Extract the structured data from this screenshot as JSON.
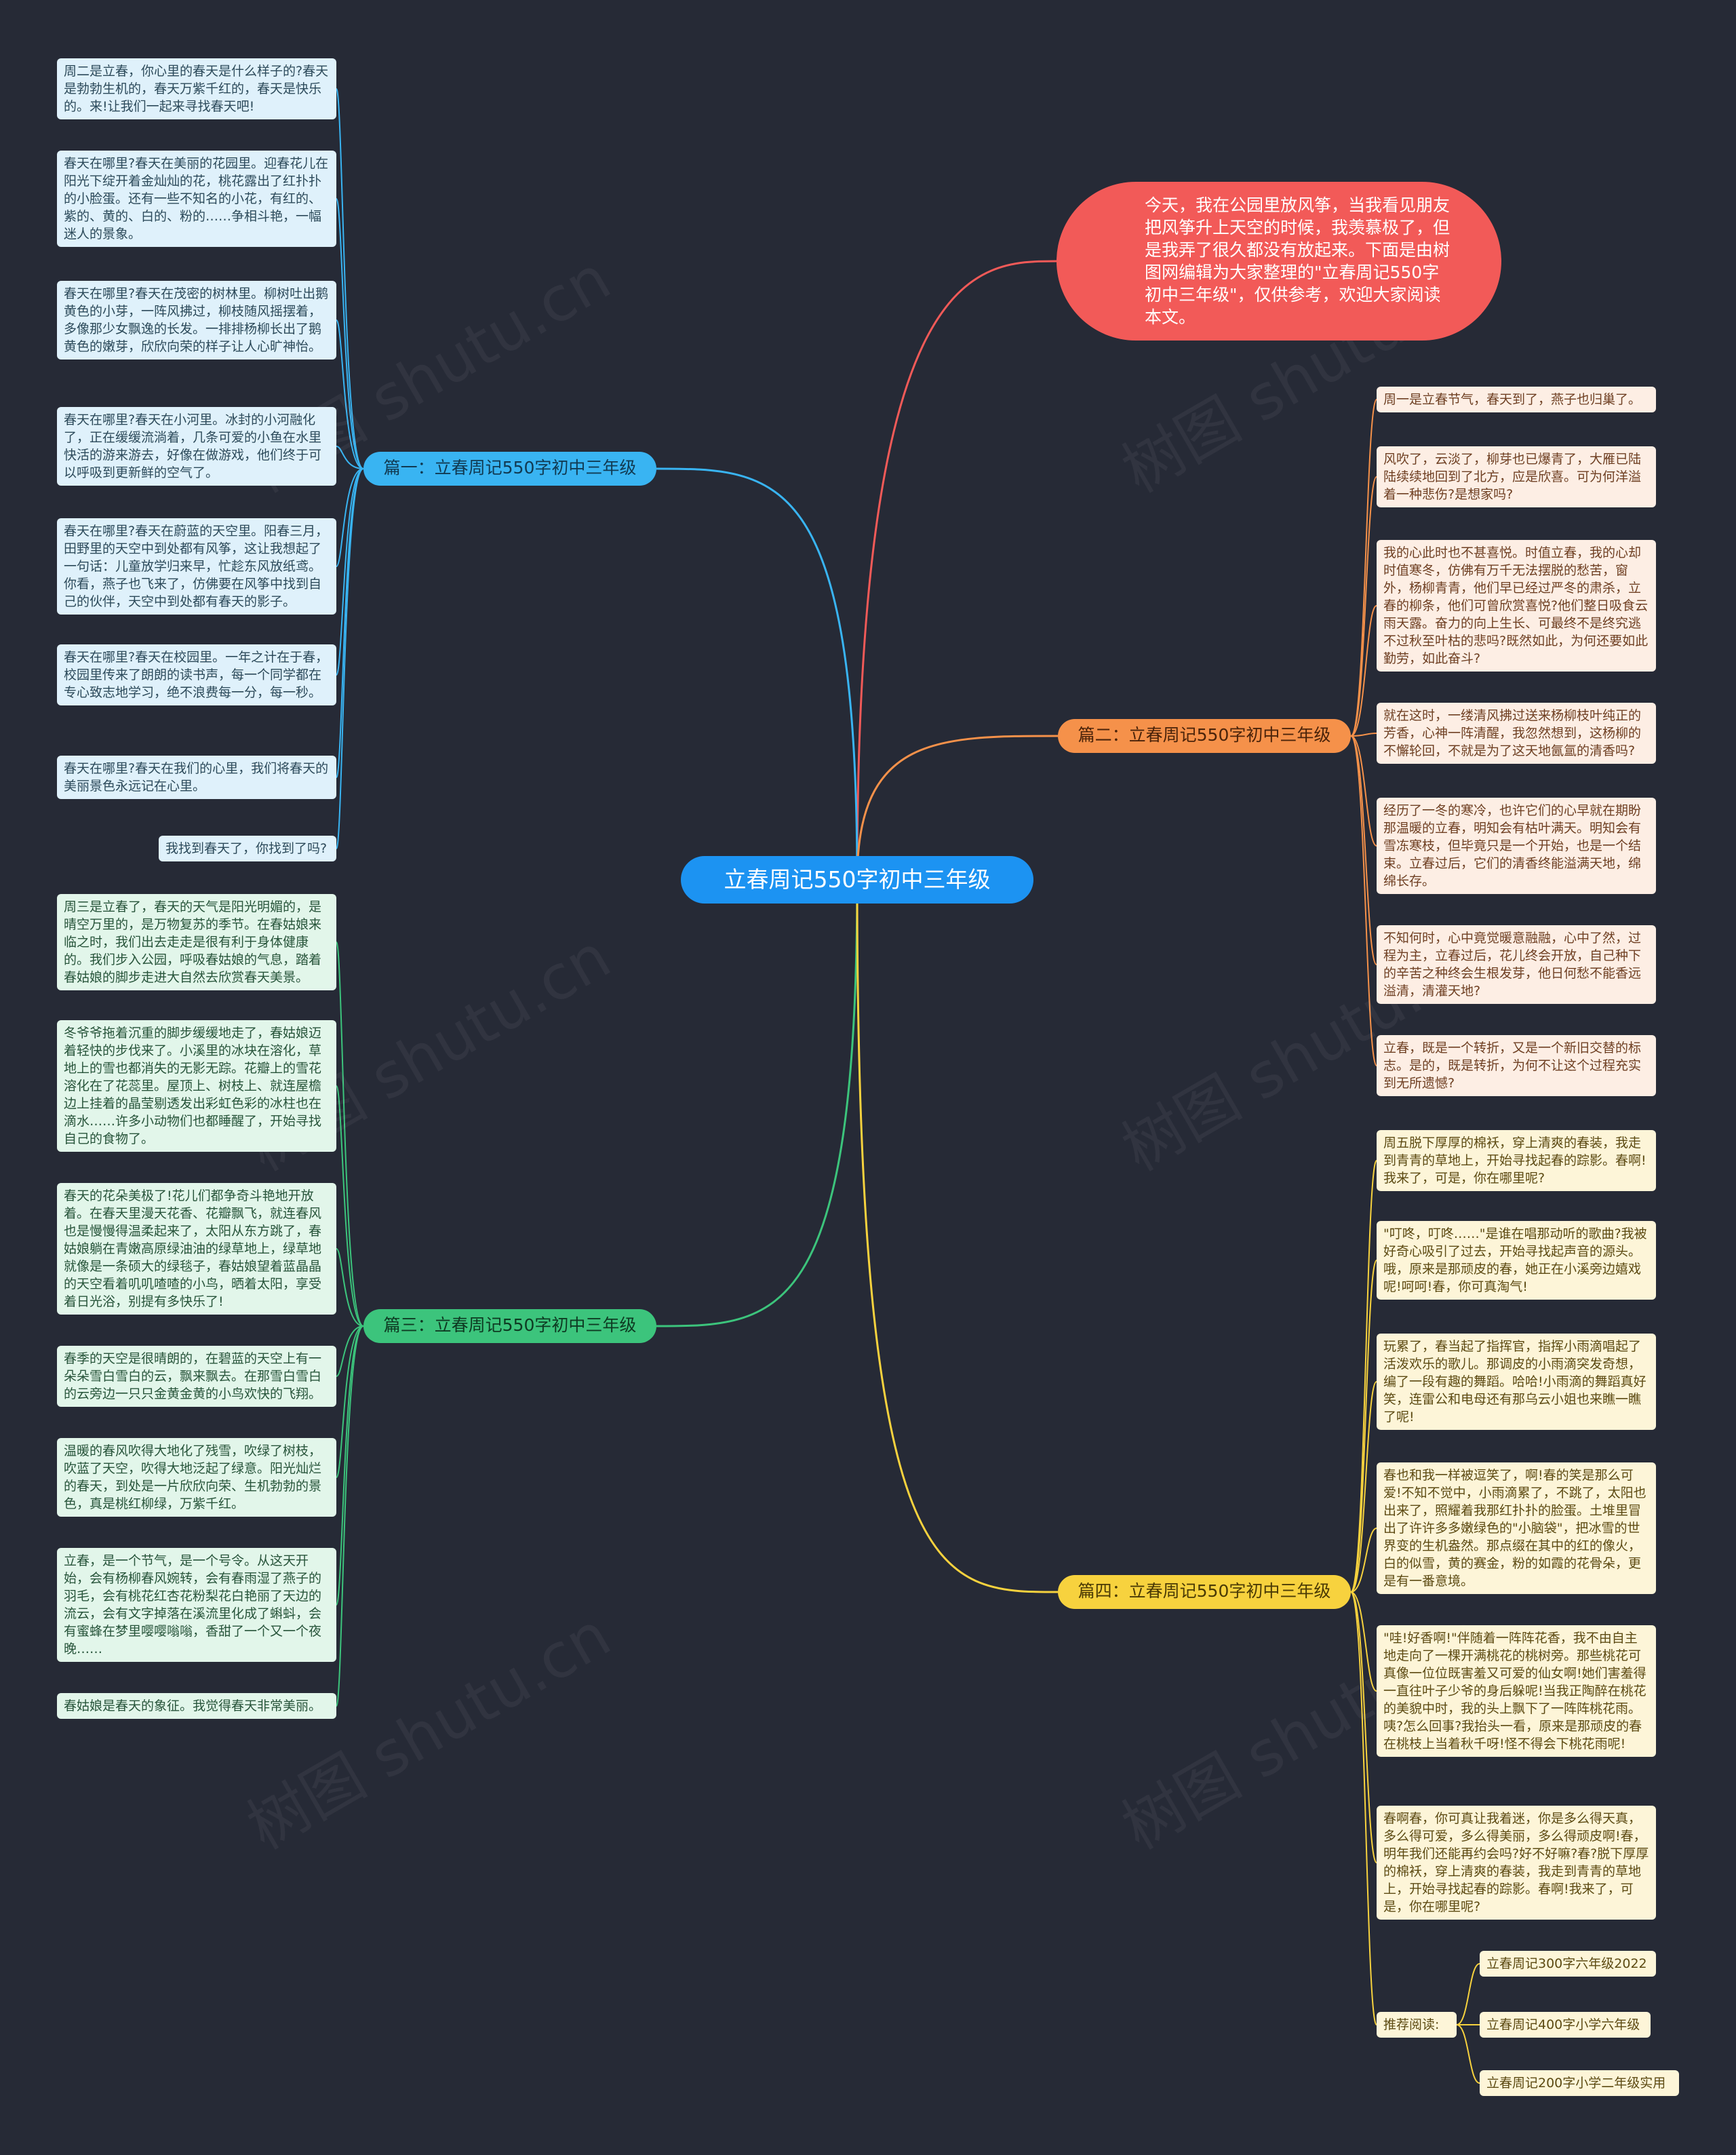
{
  "root": "立春周记550字初中三年级",
  "intro": "今天，我在公园里放风筝，当我看见朋友把风筝升上天空的时候，我羡慕极了，但是我弄了很久都没有放起来。下面是由树图网编辑为大家整理的\"立春周记550字初中三年级\"，仅供参考，欢迎大家阅读本文。",
  "branches": {
    "b1": {
      "label": "篇一：立春周记550字初中三年级",
      "color": "#39b4f2",
      "items": [
        "周二是立春，你心里的春天是什么样子的?春天是勃勃生机的，春天万紫千红的，春天是快乐的。来!让我们一起来寻找春天吧!",
        "春天在哪里?春天在美丽的花园里。迎春花儿在阳光下绽开着金灿灿的花，桃花露出了红扑扑的小脸蛋。还有一些不知名的小花，有红的、紫的、黄的、白的、粉的……争相斗艳，一幅迷人的景象。",
        "春天在哪里?春天在茂密的树林里。柳树吐出鹅黄色的小芽，一阵风拂过，柳枝随风摇摆着，多像那少女飘逸的长发。一排排杨柳长出了鹅黄色的嫩芽，欣欣向荣的样子让人心旷神怡。",
        "春天在哪里?春天在小河里。冰封的小河融化了，正在缓缓流淌着，几条可爱的小鱼在水里快活的游来游去，好像在做游戏，他们终于可以呼吸到更新鲜的空气了。",
        "春天在哪里?春天在蔚蓝的天空里。阳春三月，田野里的天空中到处都有风筝，这让我想起了一句话：儿童放学归来早，忙趁东风放纸鸢。你看，燕子也飞来了，仿佛要在风筝中找到自己的伙伴，天空中到处都有春天的影子。",
        "春天在哪里?春天在校园里。一年之计在于春，校园里传来了朗朗的读书声，每一个同学都在专心致志地学习，绝不浪费每一分，每一秒。",
        "春天在哪里?春天在我们的心里，我们将春天的美丽景色永远记在心里。",
        "我找到春天了，你找到了吗?"
      ]
    },
    "b2": {
      "label": "篇二：立春周记550字初中三年级",
      "color": "#f5914a",
      "items": [
        "周一是立春节气，春天到了，燕子也归巢了。",
        "风吹了，云淡了，柳芽也已爆青了，大雁已陆陆续续地回到了北方，应是欣喜。可为何洋溢着一种悲伤?是想家吗?",
        "我的心此时也不甚喜悦。时值立春，我的心却时值寒冬，仿佛有万千无法摆脱的愁苦，窗外，杨柳青青，他们早已经过严冬的肃杀，立春的柳条，他们可曾欣赏喜悦?他们整日吸食云雨天露。奋力的向上生长、可最终不是终究逃不过秋至叶枯的悲吗?既然如此，为何还要如此勤劳，如此奋斗?",
        "就在这时，一缕清风拂过送来杨柳枝叶纯正的芳香，心神一阵清醒，我忽然想到，这杨柳的不懈轮回，不就是为了这天地氤氲的清香吗?",
        "经历了一冬的寒冷，也许它们的心早就在期盼那温暖的立春，明知会有枯叶满天。明知会有雪冻寒枝，但毕竟只是一个开始，也是一个结束。立春过后，它们的清香终能溢满天地，绵绵长存。",
        "不知何时，心中竟觉暖意融融，心中了然，过程为主，立春过后，花儿终会开放，自己种下的辛苦之种终会生根发芽，他日何愁不能香远溢清，清灌天地?",
        "立春，既是一个转折，又是一个新旧交替的标志。是的，既是转折，为何不让这个过程充实到无所遗憾?"
      ]
    },
    "b3": {
      "label": "篇三：立春周记550字初中三年级",
      "color": "#3cc47c",
      "items": [
        "周三是立春了，春天的天气是阳光明媚的，是晴空万里的，是万物复苏的季节。在春姑娘来临之时，我们出去走走是很有利于身体健康的。我们步入公园，呼吸春姑娘的气息，踏着春姑娘的脚步走进大自然去欣赏春天美景。",
        "冬爷爷拖着沉重的脚步缓缓地走了，春姑娘迈着轻快的步伐来了。小溪里的冰块在溶化，草地上的雪也都消失的无影无踪。花瓣上的雪花溶化在了花蕊里。屋顶上、树枝上、就连屋檐边上挂着的晶莹剔透发出彩虹色彩的冰柱也在滴水……许多小动物们也都睡醒了，开始寻找自己的食物了。",
        "春天的花朵美极了!花儿们都争奇斗艳地开放着。在春天里漫天花香、花瓣飘飞，就连春风也是慢慢得温柔起来了，太阳从东方跳了，春姑娘躺在青嫩高原绿油油的绿草地上，绿草地就像是一条硕大的绿毯子，春姑娘望着蓝晶晶的天空看着叽叽喳喳的小鸟，晒着太阳，享受着日光浴，别提有多快乐了!",
        "春季的天空是很晴朗的，在碧蓝的天空上有一朵朵雪白雪白的云，飘来飘去。在那雪白雪白的云旁边一只只金黄金黄的小鸟欢快的飞翔。",
        "温暖的春风吹得大地化了残雪，吹绿了树枝，吹蓝了天空，吹得大地泛起了绿意。阳光灿烂的春天，到处是一片欣欣向荣、生机勃勃的景色，真是桃红柳绿，万紫千红。",
        "立春，是一个节气，是一个号令。从这天开始，会有杨柳春风婉转，会有春雨湿了燕子的羽毛，会有桃花红杏花粉梨花白艳丽了天边的流云，会有文字掉落在溪流里化成了蝌蚪，会有蜜蜂在梦里嘤嘤嗡嗡，香甜了一个又一个夜晚……",
        "春姑娘是春天的象征。我觉得春天非常美丽。"
      ]
    },
    "b4": {
      "label": "篇四：立春周记550字初中三年级",
      "color": "#f7d23e",
      "items": [
        "周五脱下厚厚的棉袄，穿上清爽的春装，我走到青青的草地上，开始寻找起春的踪影。春啊!我来了，可是，你在哪里呢?",
        "\"叮咚，叮咚……\"是谁在唱那动听的歌曲?我被好奇心吸引了过去，开始寻找起声音的源头。哦，原来是那顽皮的春，她正在小溪旁边嬉戏呢!呵呵!春，你可真淘气!",
        "玩累了，春当起了指挥官，指挥小雨滴唱起了活泼欢乐的歌儿。那调皮的小雨滴突发奇想，编了一段有趣的舞蹈。哈哈!小雨滴的舞蹈真好笑，连雷公和电母还有那乌云小姐也来瞧一瞧了呢!",
        "春也和我一样被逗笑了，啊!春的笑是那么可爱!不知不觉中，小雨滴累了，不跳了，太阳也出来了，照耀着我那红扑扑的脸蛋。土堆里冒出了许许多多嫩绿色的\"小脑袋\"，把冰雪的世界变的生机盎然。那点缀在其中的红的像火，白的似雪，黄的赛金，粉的如霞的花骨朵，更是有一番意境。",
        "\"哇!好香啊!\"伴随着一阵阵花香，我不由自主地走向了一棵开满桃花的桃树旁。那些桃花可真像一位位既害羞又可爱的仙女啊!她们害羞得一直往叶子少爷的身后躲呢!当我正陶醉在桃花的美貌中时，我的头上飘下了一阵阵桃花雨。咦?怎么回事?我抬头一看，原来是那顽皮的春在桃枝上当着秋千呀!怪不得会下桃花雨呢!",
        "春啊春，你可真让我着迷，你是多么得天真，多么得可爱，多么得美丽，多么得顽皮啊!春，明年我们还能再约会吗?好不好嘛?春?脱下厚厚的棉袄，穿上清爽的春装，我走到青青的草地上，开始寻找起春的踪影。春啊!我来了，可是，你在哪里呢?"
      ],
      "recommend": {
        "label": "推荐阅读:",
        "links": [
          "立春周记300字六年级2022",
          "立春周记400字小学六年级",
          "立春周记200字小学二年级实用"
        ]
      }
    }
  },
  "watermark": "树图 shutu.cn"
}
